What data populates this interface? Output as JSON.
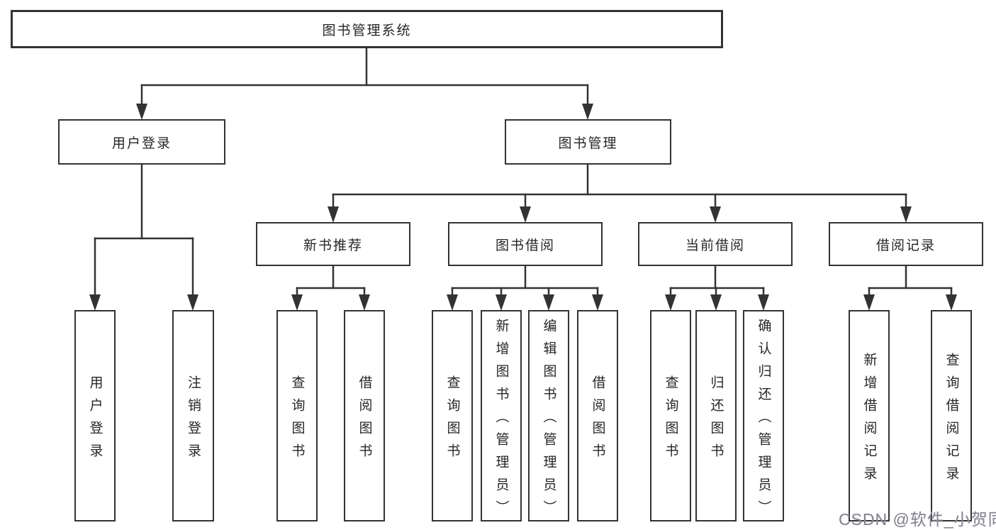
{
  "diagram": {
    "title": "library-management-system-function-structure",
    "root": {
      "label": "图书管理系统"
    },
    "branches": [
      {
        "label": "用户登录",
        "children": [
          {
            "label": "用户登录"
          },
          {
            "label": "注销登录"
          }
        ]
      },
      {
        "label": "图书管理",
        "children": [
          {
            "label": "新书推荐",
            "children": [
              {
                "label": "查询图书"
              },
              {
                "label": "借阅图书"
              }
            ]
          },
          {
            "label": "图书借阅",
            "children": [
              {
                "label": "查询图书"
              },
              {
                "label": "新增图书（管理员）"
              },
              {
                "label": "编辑图书（管理员）"
              },
              {
                "label": "借阅图书"
              }
            ]
          },
          {
            "label": "当前借阅",
            "children": [
              {
                "label": "查询图书"
              },
              {
                "label": "归还图书"
              },
              {
                "label": "确认归还（管理员）"
              }
            ]
          },
          {
            "label": "借阅记录",
            "children": [
              {
                "label": "新增借阅记录"
              },
              {
                "label": "查询借阅记录"
              }
            ]
          }
        ]
      }
    ]
  },
  "watermark": {
    "text": "CSDN @软件_小贺同学"
  },
  "colors": {
    "line": "#333333",
    "box_border": "#333333",
    "text": "#262626",
    "watermark": "#84848e",
    "background": "#ffffff"
  }
}
